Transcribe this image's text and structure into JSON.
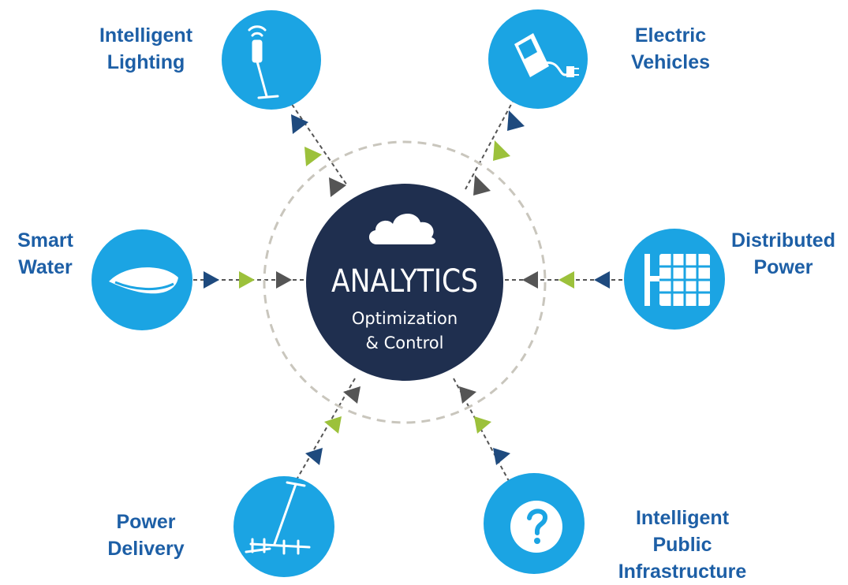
{
  "center": {
    "title": "ANALYTICS",
    "subtitle_line1": "Optimization",
    "subtitle_line2": "& Control",
    "icon": "cloud-icon"
  },
  "colors": {
    "node_blue": "#1ba4e3",
    "center_navy": "#1f2f4f",
    "label_blue": "#1d5fa6",
    "arrow_navy": "#1e4a7e",
    "arrow_green": "#9cc13b",
    "arrow_gray": "#555555",
    "ring_dash": "#c9c6bd"
  },
  "nodes": [
    {
      "id": "intelligent-lighting",
      "label_lines": [
        "Intelligent",
        "Lighting"
      ],
      "icon": "street-lamp-icon"
    },
    {
      "id": "electric-vehicles",
      "label_lines": [
        "Electric",
        "Vehicles"
      ],
      "icon": "ev-charger-icon"
    },
    {
      "id": "smart-water",
      "label_lines": [
        "Smart",
        "Water"
      ],
      "icon": "water-drop-icon"
    },
    {
      "id": "distributed-power",
      "label_lines": [
        "Distributed",
        "Power"
      ],
      "icon": "solar-panel-icon"
    },
    {
      "id": "power-delivery",
      "label_lines": [
        "Power",
        "Delivery"
      ],
      "icon": "power-pole-icon"
    },
    {
      "id": "intelligent-public-infrastructure",
      "label_lines": [
        "Intelligent",
        "Public",
        "Infrastructure"
      ],
      "icon": "info-question-icon"
    }
  ]
}
